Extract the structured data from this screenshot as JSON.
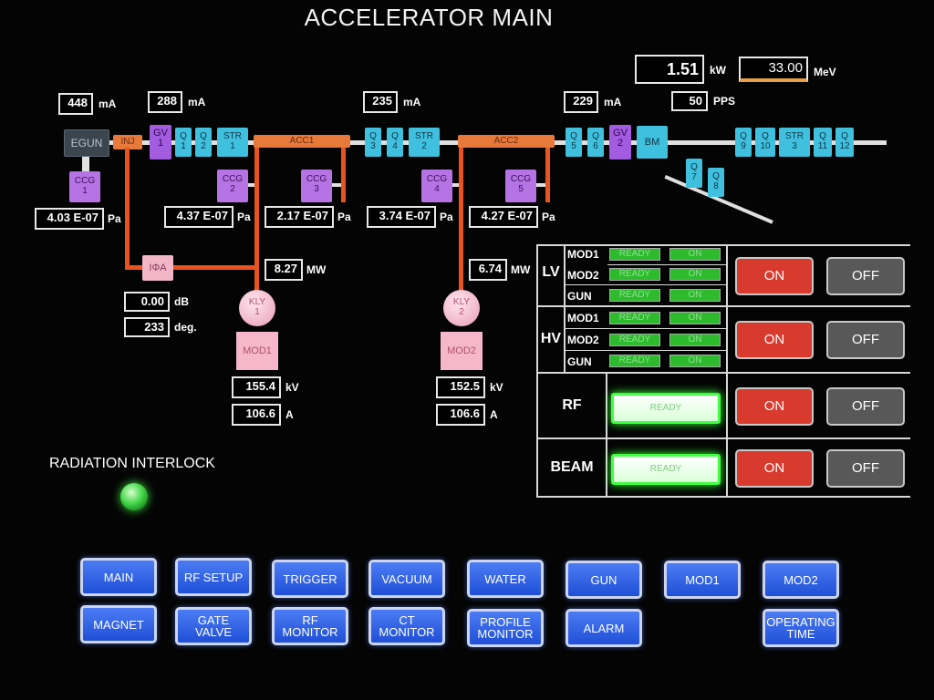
{
  "title": "ACCELERATOR MAIN",
  "top_readouts": {
    "power": {
      "value": "1.51",
      "unit": "kW"
    },
    "energy": {
      "value": "33.00",
      "unit": "MeV"
    },
    "rate": {
      "value": "50",
      "unit": "PPS"
    }
  },
  "current_readouts": [
    {
      "value": "448",
      "unit": "mA"
    },
    {
      "value": "288",
      "unit": "mA"
    },
    {
      "value": "235",
      "unit": "mA"
    },
    {
      "value": "229",
      "unit": "mA"
    }
  ],
  "beamline": {
    "egun": "EGUN",
    "inj": "INJ",
    "gv1": {
      "top": "GV",
      "num": "1"
    },
    "gv2": {
      "top": "GV",
      "num": "2"
    },
    "acc1": "ACC1",
    "acc2": "ACC2",
    "bm": "BM",
    "q": {
      "prefix": "Q",
      "n1": "1",
      "n2": "2",
      "n3": "3",
      "n4": "4",
      "n5": "5",
      "n6": "6",
      "n7": "7",
      "n8": "8",
      "n9": "9",
      "n10": "10",
      "n11": "11",
      "n12": "12"
    },
    "str": {
      "prefix": "STR",
      "n1": "1",
      "n2": "2",
      "n3": "3"
    }
  },
  "ccg": {
    "label": "CCG",
    "g1": {
      "num": "1",
      "value": "4.03 E-07"
    },
    "g2": {
      "num": "2",
      "value": "4.37 E-07"
    },
    "g3": {
      "num": "3",
      "value": "2.17 E-07"
    },
    "g4": {
      "num": "4",
      "value": "3.74 E-07"
    },
    "g5": {
      "num": "5",
      "value": "4.27 E-07"
    },
    "unit": "Pa"
  },
  "rf": {
    "phase_amp_label": "IΦA",
    "gain": {
      "value": "0.00",
      "unit": "dB"
    },
    "phase": {
      "value": "233",
      "unit": "deg."
    },
    "kly1": {
      "label": "KLY",
      "num": "1",
      "power": "8.27",
      "unit": "MW"
    },
    "kly2": {
      "label": "KLY",
      "num": "2",
      "power": "6.74",
      "unit": "MW"
    },
    "mod1": {
      "label": "MOD1",
      "kv": "155.4",
      "a": "106.6"
    },
    "mod2": {
      "label": "MOD2",
      "kv": "152.5",
      "a": "106.6"
    },
    "kv_unit": "kV",
    "a_unit": "A"
  },
  "radiation_interlock": {
    "label": "RADIATION INTERLOCK",
    "state_color": "#3fdc3f"
  },
  "status_panel": {
    "lv": {
      "label": "LV",
      "rows": [
        {
          "name": "MOD1",
          "ready": "READY",
          "on": "ON"
        },
        {
          "name": "MOD2",
          "ready": "READY",
          "on": "ON"
        },
        {
          "name": "GUN",
          "ready": "READY",
          "on": "ON"
        }
      ]
    },
    "hv": {
      "label": "HV",
      "rows": [
        {
          "name": "MOD1",
          "ready": "READY",
          "on": "ON"
        },
        {
          "name": "MOD2",
          "ready": "READY",
          "on": "ON"
        },
        {
          "name": "GUN",
          "ready": "READY",
          "on": "ON"
        }
      ]
    },
    "rf": {
      "label": "RF",
      "ready": "READY"
    },
    "beam": {
      "label": "BEAM",
      "ready": "READY"
    },
    "on_label": "ON",
    "off_label": "OFF",
    "on_color": "#d83a2e",
    "off_color": "#585858"
  },
  "nav_buttons": {
    "main": "MAIN",
    "rf_setup": "RF SETUP",
    "trigger": "TRIGGER",
    "vacuum": "VACUUM",
    "water": "WATER",
    "gun": "GUN",
    "mod1": "MOD1",
    "mod2": "MOD2",
    "magnet": "MAGNET",
    "gate_valve_1": "GATE",
    "gate_valve_2": "VALVE",
    "rf_monitor_1": "RF",
    "rf_monitor_2": "MONITOR",
    "ct_monitor_1": "CT",
    "ct_monitor_2": "MONITOR",
    "profile_monitor_1": "PROFILE",
    "profile_monitor_2": "MONITOR",
    "alarm": "ALARM",
    "operating_time_1": "OPERATING",
    "operating_time_2": "TIME",
    "color": "#2f5fe6"
  },
  "colors": {
    "beamline_cyan": "#3fc0de",
    "gate_valve_purple": "#a35be0",
    "rf_waveguide": "#e8531f",
    "ready_green": "#2dbb2d"
  }
}
